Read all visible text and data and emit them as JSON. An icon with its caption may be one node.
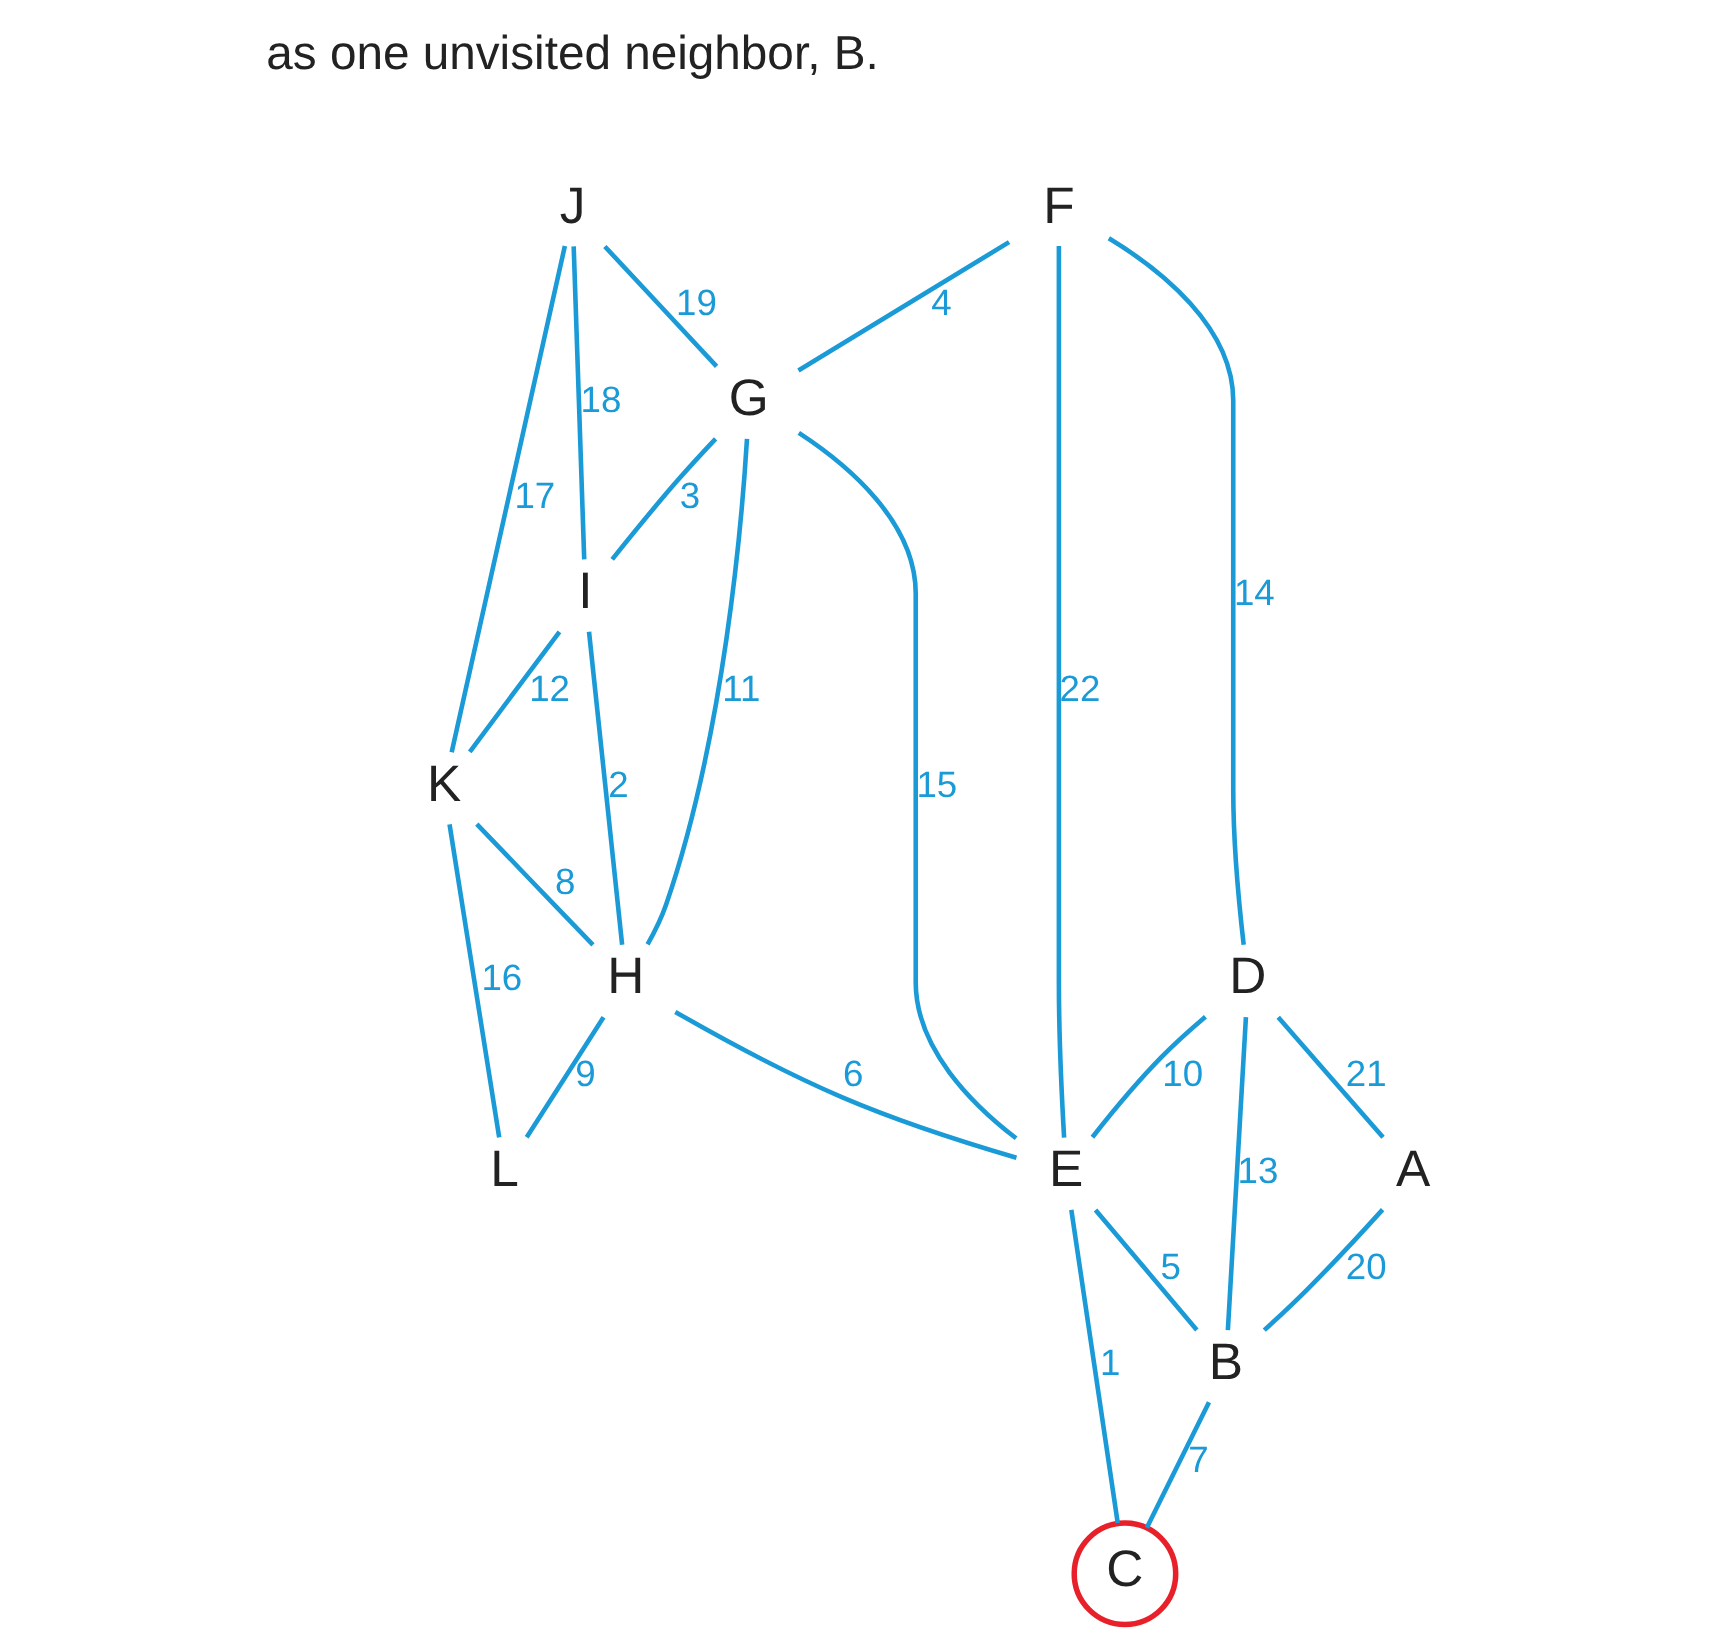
{
  "diagram": {
    "nodes": [
      {
        "text": [
          "J"
        ]
      },
      {
        "text": [
          "G"
        ]
      },
      {
        "text": [
          "K"
        ]
      },
      {
        "text": [
          "F"
        ]
      },
      {
        "text": [
          "I"
        ]
      },
      {
        "text": [
          "H"
        ]
      },
      {
        "text": [
          "D"
        ]
      },
      {
        "text": [
          "L"
        ]
      },
      {
        "text": [
          "E"
        ]
      },
      {
        "text": [
          "A"
        ]
      },
      {
        "text": [
          "B"
        ]
      },
      {
        "text": [
          "C"
        ]
      }
    ],
    "edges": [
      {
        "from": 0,
        "to": 1,
        "arrow": "none",
        "label": "19"
      },
      {
        "from": 0,
        "to": 4,
        "arrow": "none",
        "label": "18"
      },
      {
        "from": 0,
        "to": 2,
        "arrow": "none",
        "label": "17"
      },
      {
        "from": 3,
        "to": 1,
        "arrow": "none",
        "label": "4"
      },
      {
        "from": 1,
        "to": 4,
        "arrow": "none",
        "label": "3"
      },
      {
        "from": 4,
        "to": 2,
        "arrow": "none",
        "label": "12"
      },
      {
        "from": 1,
        "to": 8,
        "arrow": "none",
        "label": "15"
      },
      {
        "from": 1,
        "to": 5,
        "arrow": "none",
        "label": "11"
      },
      {
        "from": 4,
        "to": 5,
        "arrow": "none",
        "label": "2"
      },
      {
        "from": 2,
        "to": 5,
        "arrow": "none",
        "label": "8"
      },
      {
        "from": 2,
        "to": 7,
        "arrow": "none",
        "label": "16"
      },
      {
        "from": 3,
        "to": 6,
        "arrow": "none",
        "label": "14"
      },
      {
        "from": 3,
        "to": 8,
        "arrow": "none",
        "label": "22"
      },
      {
        "from": 5,
        "to": 8,
        "arrow": "none",
        "label": "6"
      },
      {
        "from": 5,
        "to": 7,
        "arrow": "none",
        "label": "9"
      },
      {
        "from": 6,
        "to": 8,
        "arrow": "none",
        "label": "10"
      },
      {
        "from": 6,
        "to": 9,
        "arrow": "none",
        "label": "21"
      },
      {
        "from": 6,
        "to": 10,
        "arrow": "none",
        "label": "13"
      },
      {
        "from": 8,
        "to": 10,
        "arrow": "none",
        "label": "5"
      },
      {
        "from": 8,
        "to": 11,
        "arrow": "none",
        "label": "1"
      },
      {
        "from": 9,
        "to": 10,
        "arrow": "none",
        "label": "20"
      },
      {
        "from": 10,
        "to": 11,
        "arrow": "none",
        "label": "7"
      }
    ],
    "labels": [
      "as one unvisited neighbor, B."
    ]
  }
}
